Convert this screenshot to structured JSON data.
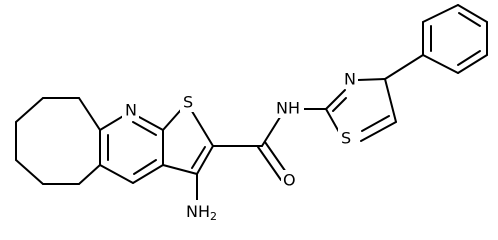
{
  "molecule": {
    "atom_labels": {
      "n_pyridine": "N",
      "s_thiophene": "S",
      "nh_amide": "NH",
      "n_thiazole": "N",
      "s_thiazole": "S",
      "o_carbonyl": "O",
      "nh2_amino": "NH",
      "nh2_subscript": "2"
    }
  }
}
